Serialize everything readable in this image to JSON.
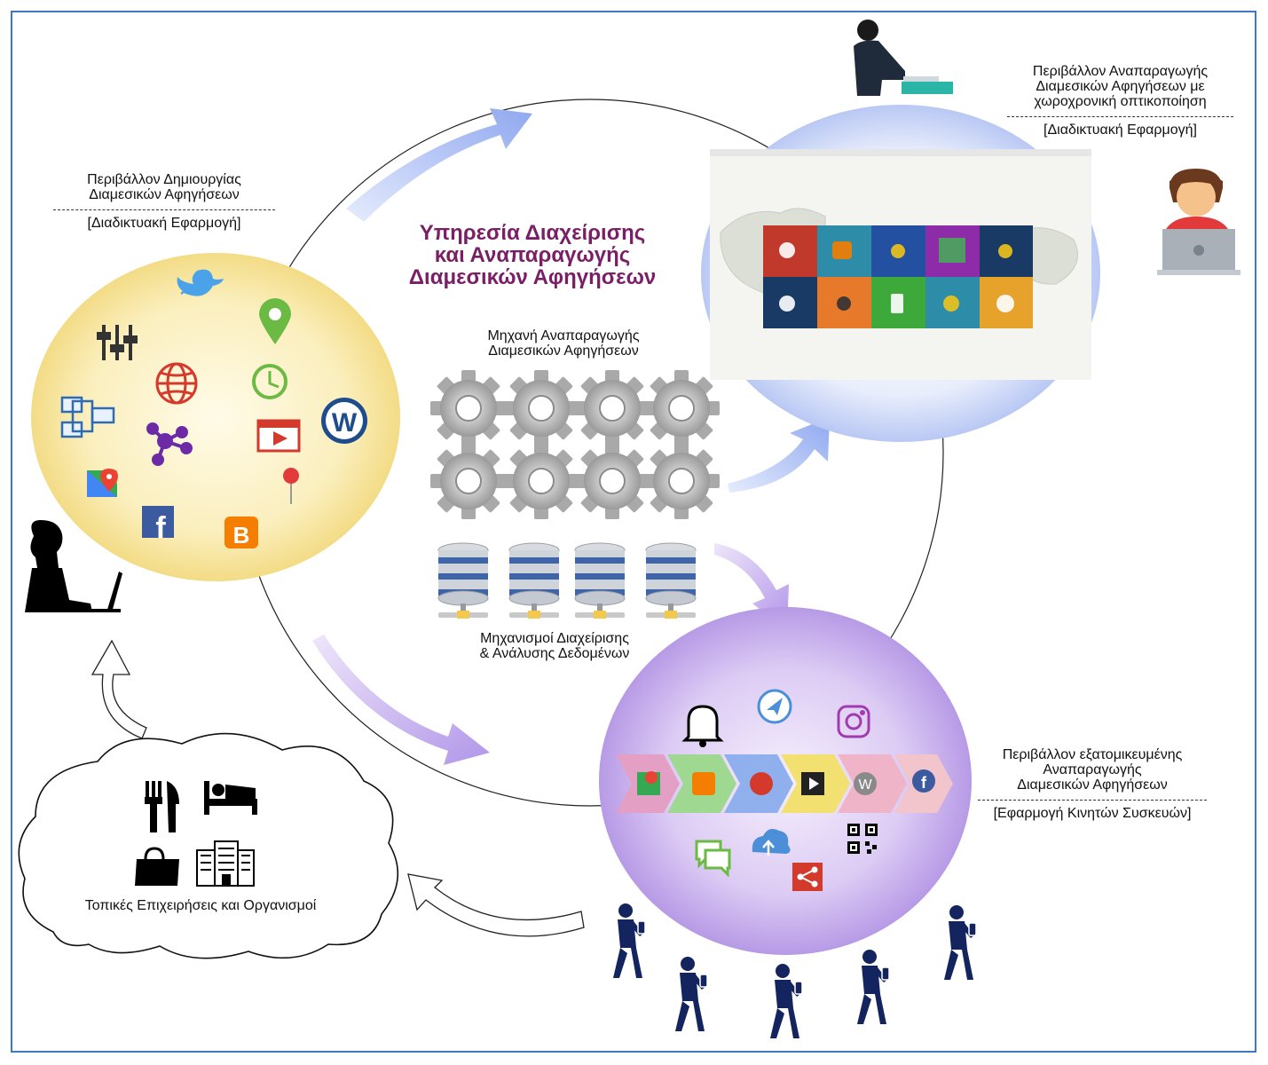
{
  "central": {
    "title": [
      "Υπηρεσία Διαχείρισης",
      "και Αναπαραγωγής",
      "Διαμεσικών Αφηγήσεων"
    ],
    "engine_label": [
      "Μηχανή Αναπαραγωγής",
      "Διαμεσικών Αφηγήσεων"
    ],
    "data_label": [
      "Μηχανισμοί Διαχείρισης",
      "& Ανάλυσης Δεδομένων"
    ]
  },
  "creation_env": {
    "title": [
      "Περιβάλλον Δημιουργίας",
      "Διαμεσικών Αφηγήσεων"
    ],
    "type": "[Διαδικτυακή Εφαρμογή]",
    "icons": [
      "twitter-icon",
      "mixer-sliders-icon",
      "map-pin-icon",
      "globe-icon",
      "clock-icon",
      "diagram-icon",
      "wordpress-icon",
      "network-icon",
      "video-icon",
      "google-maps-icon",
      "pushpin-icon",
      "facebook-icon",
      "blogger-icon"
    ]
  },
  "playback_env": {
    "title": [
      "Περιβάλλον Αναπαραγωγής",
      "Διαμεσικών Αφηγήσεων με",
      "χωροχρονική οπτικοποίηση"
    ],
    "type": "[Διαδικτυακή Εφαρμογή]"
  },
  "mobile_env": {
    "title": [
      "Περιβάλλον εξατομικευμένης",
      "Αναπαραγωγής",
      "Διαμεσικών Αφηγήσεων"
    ],
    "type": "[Εφαρμογή Κινητών Συσκευών]"
  },
  "local_business": {
    "label": "Τοπικές Επιχειρήσεις και Οργανισμοί",
    "icons": [
      "restaurant-icon",
      "hotel-bed-icon",
      "shopping-bag-icon",
      "building-icon"
    ]
  },
  "colors": {
    "frame": "#3f78c0",
    "creation_circle": "#f7e7a0",
    "playback_circle": "#c9d5f5",
    "mobile_circle": "#cdb7ee",
    "title": "#7a1f66",
    "people": "#14245e"
  }
}
